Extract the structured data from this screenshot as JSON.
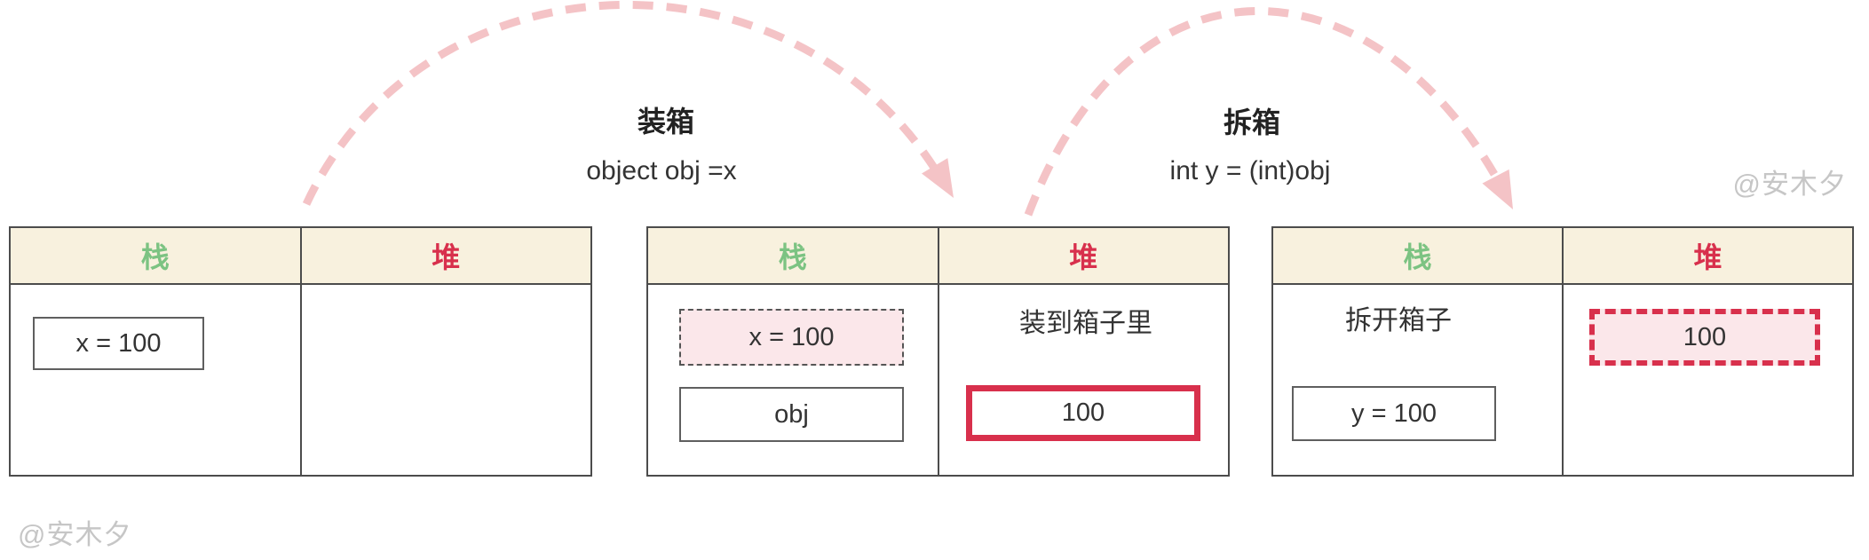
{
  "flows": [
    {
      "title": "装箱",
      "code": "object obj =x"
    },
    {
      "title": "拆箱",
      "code": "int y = (int)obj"
    }
  ],
  "tables": [
    {
      "stack_header": "栈",
      "heap_header": "堆",
      "stack_box": "x = 100"
    },
    {
      "stack_header": "栈",
      "heap_header": "堆",
      "boxed_source": "x = 100",
      "obj_ref": "obj",
      "heap_note": "装到箱子里",
      "heap_value": "100"
    },
    {
      "stack_header": "栈",
      "heap_header": "堆",
      "unbox_note": "拆开箱子",
      "result_box": "y = 100",
      "heap_value": "100"
    }
  ],
  "watermarks": {
    "top_right": "@安木夕",
    "bottom_left": "@安木夕"
  },
  "colors": {
    "stack_green": "#7cc382",
    "heap_red": "#d8304c",
    "header_bg": "#f8f1de",
    "pink_fill": "#fbe7ea",
    "arc_pink": "#f4c3c6",
    "line_gray": "#555555",
    "border_dark": "#4c4c4c",
    "box_border": "#5f5f5f",
    "text_dark": "#333333",
    "watermark_gray": "#c6c6c6"
  }
}
